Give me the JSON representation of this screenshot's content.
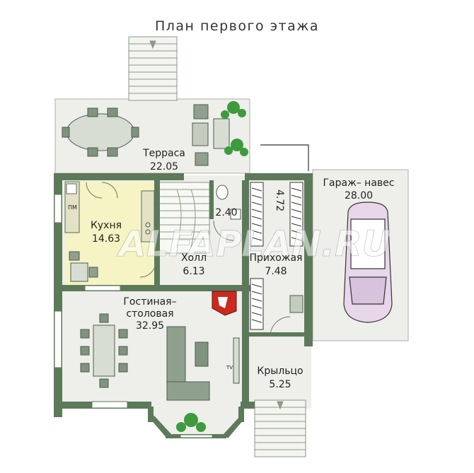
{
  "plan": {
    "title": "План первого этажа",
    "watermark": "ALFAPLAN.RU",
    "rooms": {
      "terrace": {
        "name": "Терраса",
        "area": "22.05"
      },
      "garage": {
        "name": "Гараж– навес",
        "area": "28.00"
      },
      "kitchen": {
        "name": "Кухня",
        "area": "14.63"
      },
      "bathroom": {
        "area": "2.40"
      },
      "closet": {
        "area": "4.72"
      },
      "hall": {
        "name": "Холл",
        "area": "6.13"
      },
      "entrance_hall": {
        "name": "Прихожая",
        "area": "7.48"
      },
      "living": {
        "name_line1": "Гостиная–",
        "name_line2": "столовая",
        "area": "32.95"
      },
      "porch": {
        "name": "Крыльцо",
        "area": "5.25"
      }
    },
    "appliances": {
      "dishwasher": "ПМ",
      "tv": "TV"
    },
    "colors": {
      "wall": "#5c7a5a",
      "floor": "#eeeeea",
      "kitchen_floor": "#f6f3c4",
      "furniture": "#8fa08f",
      "car": "#e8d6ea",
      "fireplace": "#cc2a1e",
      "plant": "#3d9a3d"
    }
  }
}
